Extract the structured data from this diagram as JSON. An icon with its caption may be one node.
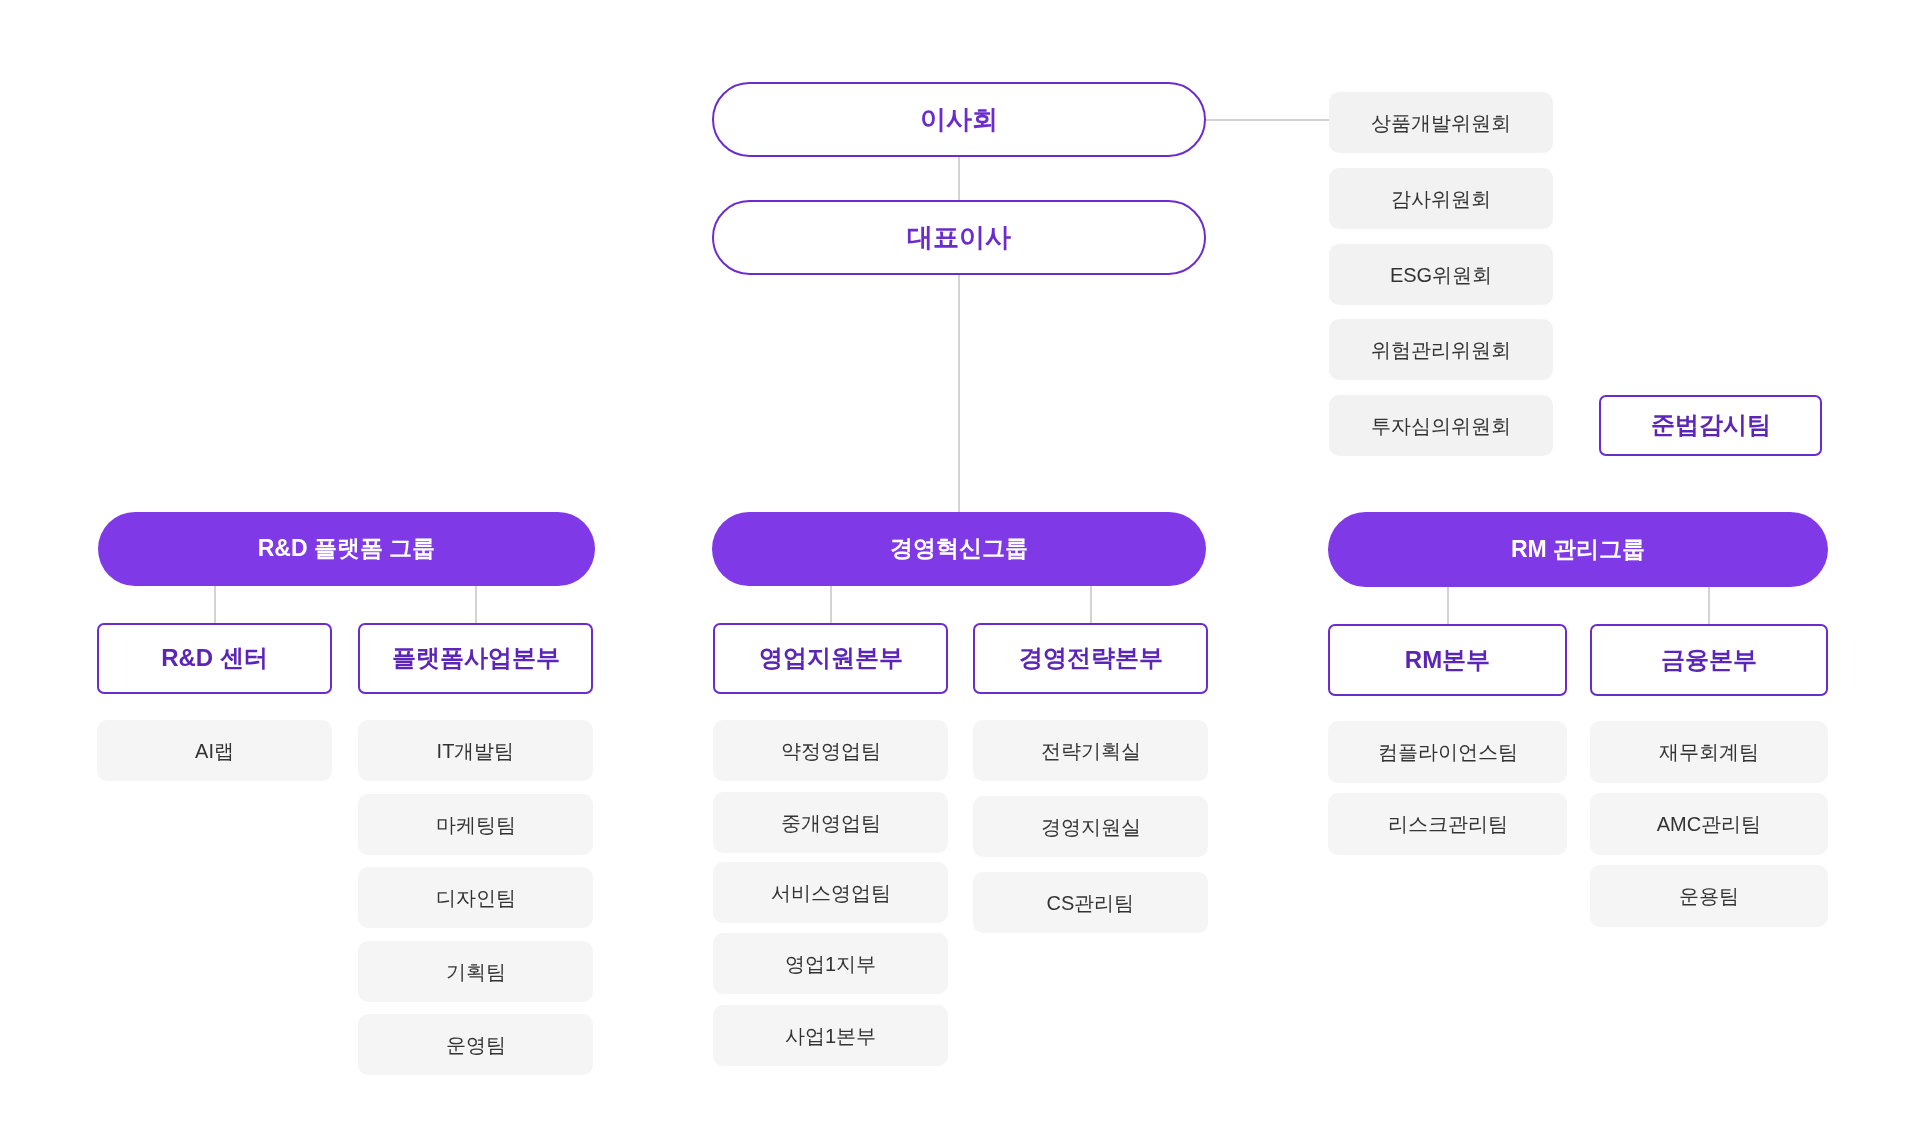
{
  "diagram": {
    "nodes": [
      {
        "text": [
          "이사회"
        ]
      },
      {
        "text": [
          "대표이사"
        ]
      },
      {
        "text": [
          "상품개발위원회"
        ]
      },
      {
        "text": [
          "감사위원회"
        ]
      },
      {
        "text": [
          "ESG위원회"
        ]
      },
      {
        "text": [
          "위험관리위원회"
        ]
      },
      {
        "text": [
          "투자심의위원회"
        ]
      },
      {
        "text": [
          "준법감시팀"
        ]
      },
      {
        "text": [
          "R&D 플랫폼 그룹"
        ]
      },
      {
        "text": [
          "경영혁신그룹"
        ]
      },
      {
        "text": [
          "RM 관리그룹"
        ]
      },
      {
        "text": [
          "R&D 센터"
        ]
      },
      {
        "text": [
          "플랫폼사업본부"
        ]
      },
      {
        "text": [
          "영업지원본부"
        ]
      },
      {
        "text": [
          "경영전략본부"
        ]
      },
      {
        "text": [
          "RM본부"
        ]
      },
      {
        "text": [
          "금융본부"
        ]
      },
      {
        "text": [
          "AI랩"
        ]
      },
      {
        "text": [
          "IT개발팀"
        ]
      },
      {
        "text": [
          "마케팅팀"
        ]
      },
      {
        "text": [
          "디자인팀"
        ]
      },
      {
        "text": [
          "기획팀"
        ]
      },
      {
        "text": [
          "운영팀"
        ]
      },
      {
        "text": [
          "약정영업팀"
        ]
      },
      {
        "text": [
          "중개영업팀"
        ]
      },
      {
        "text": [
          "서비스영업팀"
        ]
      },
      {
        "text": [
          "영업1지부"
        ]
      },
      {
        "text": [
          "사업1본부"
        ]
      },
      {
        "text": [
          "전략기획실"
        ]
      },
      {
        "text": [
          "경영지원실"
        ]
      },
      {
        "text": [
          "CS관리팀"
        ]
      },
      {
        "text": [
          "컴플라이언스팀"
        ]
      },
      {
        "text": [
          "리스크관리팀"
        ]
      },
      {
        "text": [
          "재무회계팀"
        ]
      },
      {
        "text": [
          "AMC관리팀"
        ]
      },
      {
        "text": [
          "운용팀"
        ]
      }
    ],
    "edges": [
      {
        "from": 0,
        "to": 1,
        "arrow": "none"
      },
      {
        "from": 0,
        "to": 2,
        "arrow": "none"
      },
      {
        "from": 1,
        "to": 9,
        "arrow": "none"
      },
      {
        "from": 8,
        "to": 11,
        "arrow": "none"
      },
      {
        "from": 8,
        "to": 12,
        "arrow": "none"
      },
      {
        "from": 9,
        "to": 13,
        "arrow": "none"
      },
      {
        "from": 9,
        "to": 14,
        "arrow": "none"
      },
      {
        "from": 10,
        "to": 15,
        "arrow": "none"
      },
      {
        "from": 10,
        "to": 16,
        "arrow": "none"
      }
    ]
  }
}
